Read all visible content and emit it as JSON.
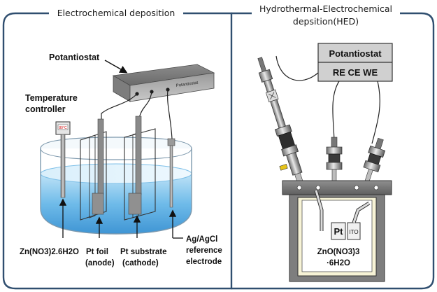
{
  "panels": {
    "left_title": "Electrochemical deposition",
    "right_title_line1": "Hydrothermal-Electrochemical",
    "right_title_line2": "depsition(HED)"
  },
  "left": {
    "potentiostat_label": "Potantiostat",
    "potentiostat_face_label": "Potantiostat",
    "temp_controller_line1": "Temperature",
    "temp_controller_line2": "controller",
    "temp_display": "80°C",
    "labels": {
      "electrolyte": "Zn(NO3)2.6H2O",
      "anode_line1": "Pt foil",
      "anode_line2": "(anode)",
      "cathode_line1": "Pt substrate",
      "cathode_line2": "(cathode)",
      "ref_line1": "Ag/AgCl",
      "ref_line2": "reference",
      "ref_line3": "electrode"
    }
  },
  "right": {
    "potentiostat_label": "Potantiostat",
    "terminals_label": "RE CE WE",
    "pt_label": "Pt",
    "ito_label": "ITO",
    "solution_line1": "ZnO(NO3)3",
    "solution_line2": "·6H2O"
  }
}
